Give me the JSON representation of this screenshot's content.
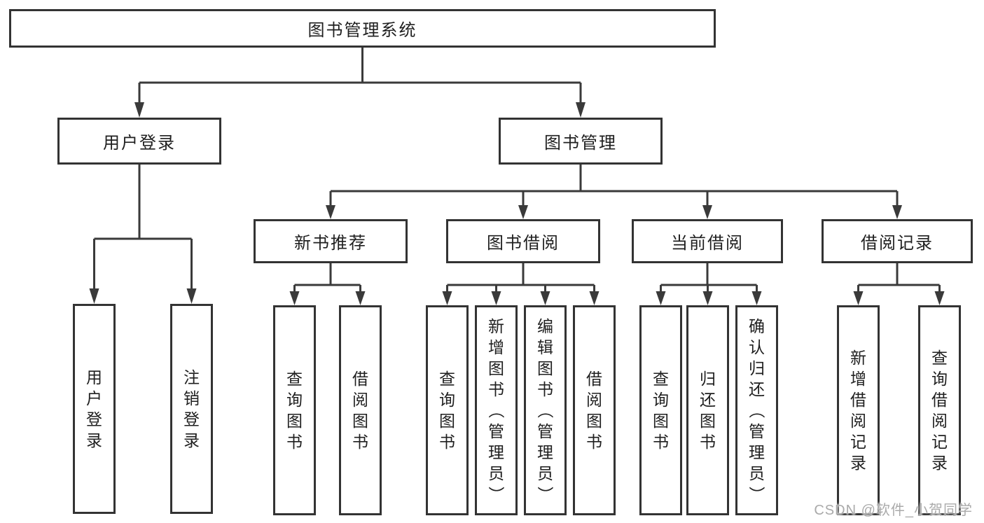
{
  "diagram": {
    "title": "图书管理系统",
    "level2": [
      "用户登录",
      "图书管理"
    ],
    "level3": [
      "新书推荐",
      "图书借阅",
      "当前借阅",
      "借阅记录"
    ],
    "leaves": {
      "user_login": [
        "用户登录",
        "注销登录"
      ],
      "new_book_rec": [
        "查询图书",
        "借阅图书"
      ],
      "book_borrow": [
        "查询图书",
        "新增图书（管理员）",
        "编辑图书（管理员）",
        "借阅图书"
      ],
      "current_borrow": [
        "查询图书",
        "归还图书",
        "确认归还（管理员）"
      ],
      "borrow_records": [
        "新增借阅记录",
        "查询借阅记录"
      ]
    },
    "colors": {
      "line": "#3a3a3a",
      "border": "#333333",
      "fill": "#ffffff",
      "text": "#1f1f1f",
      "watermark": "#aaaaaa"
    }
  },
  "watermark": {
    "text": "CSDN @软件_小贺同学"
  }
}
